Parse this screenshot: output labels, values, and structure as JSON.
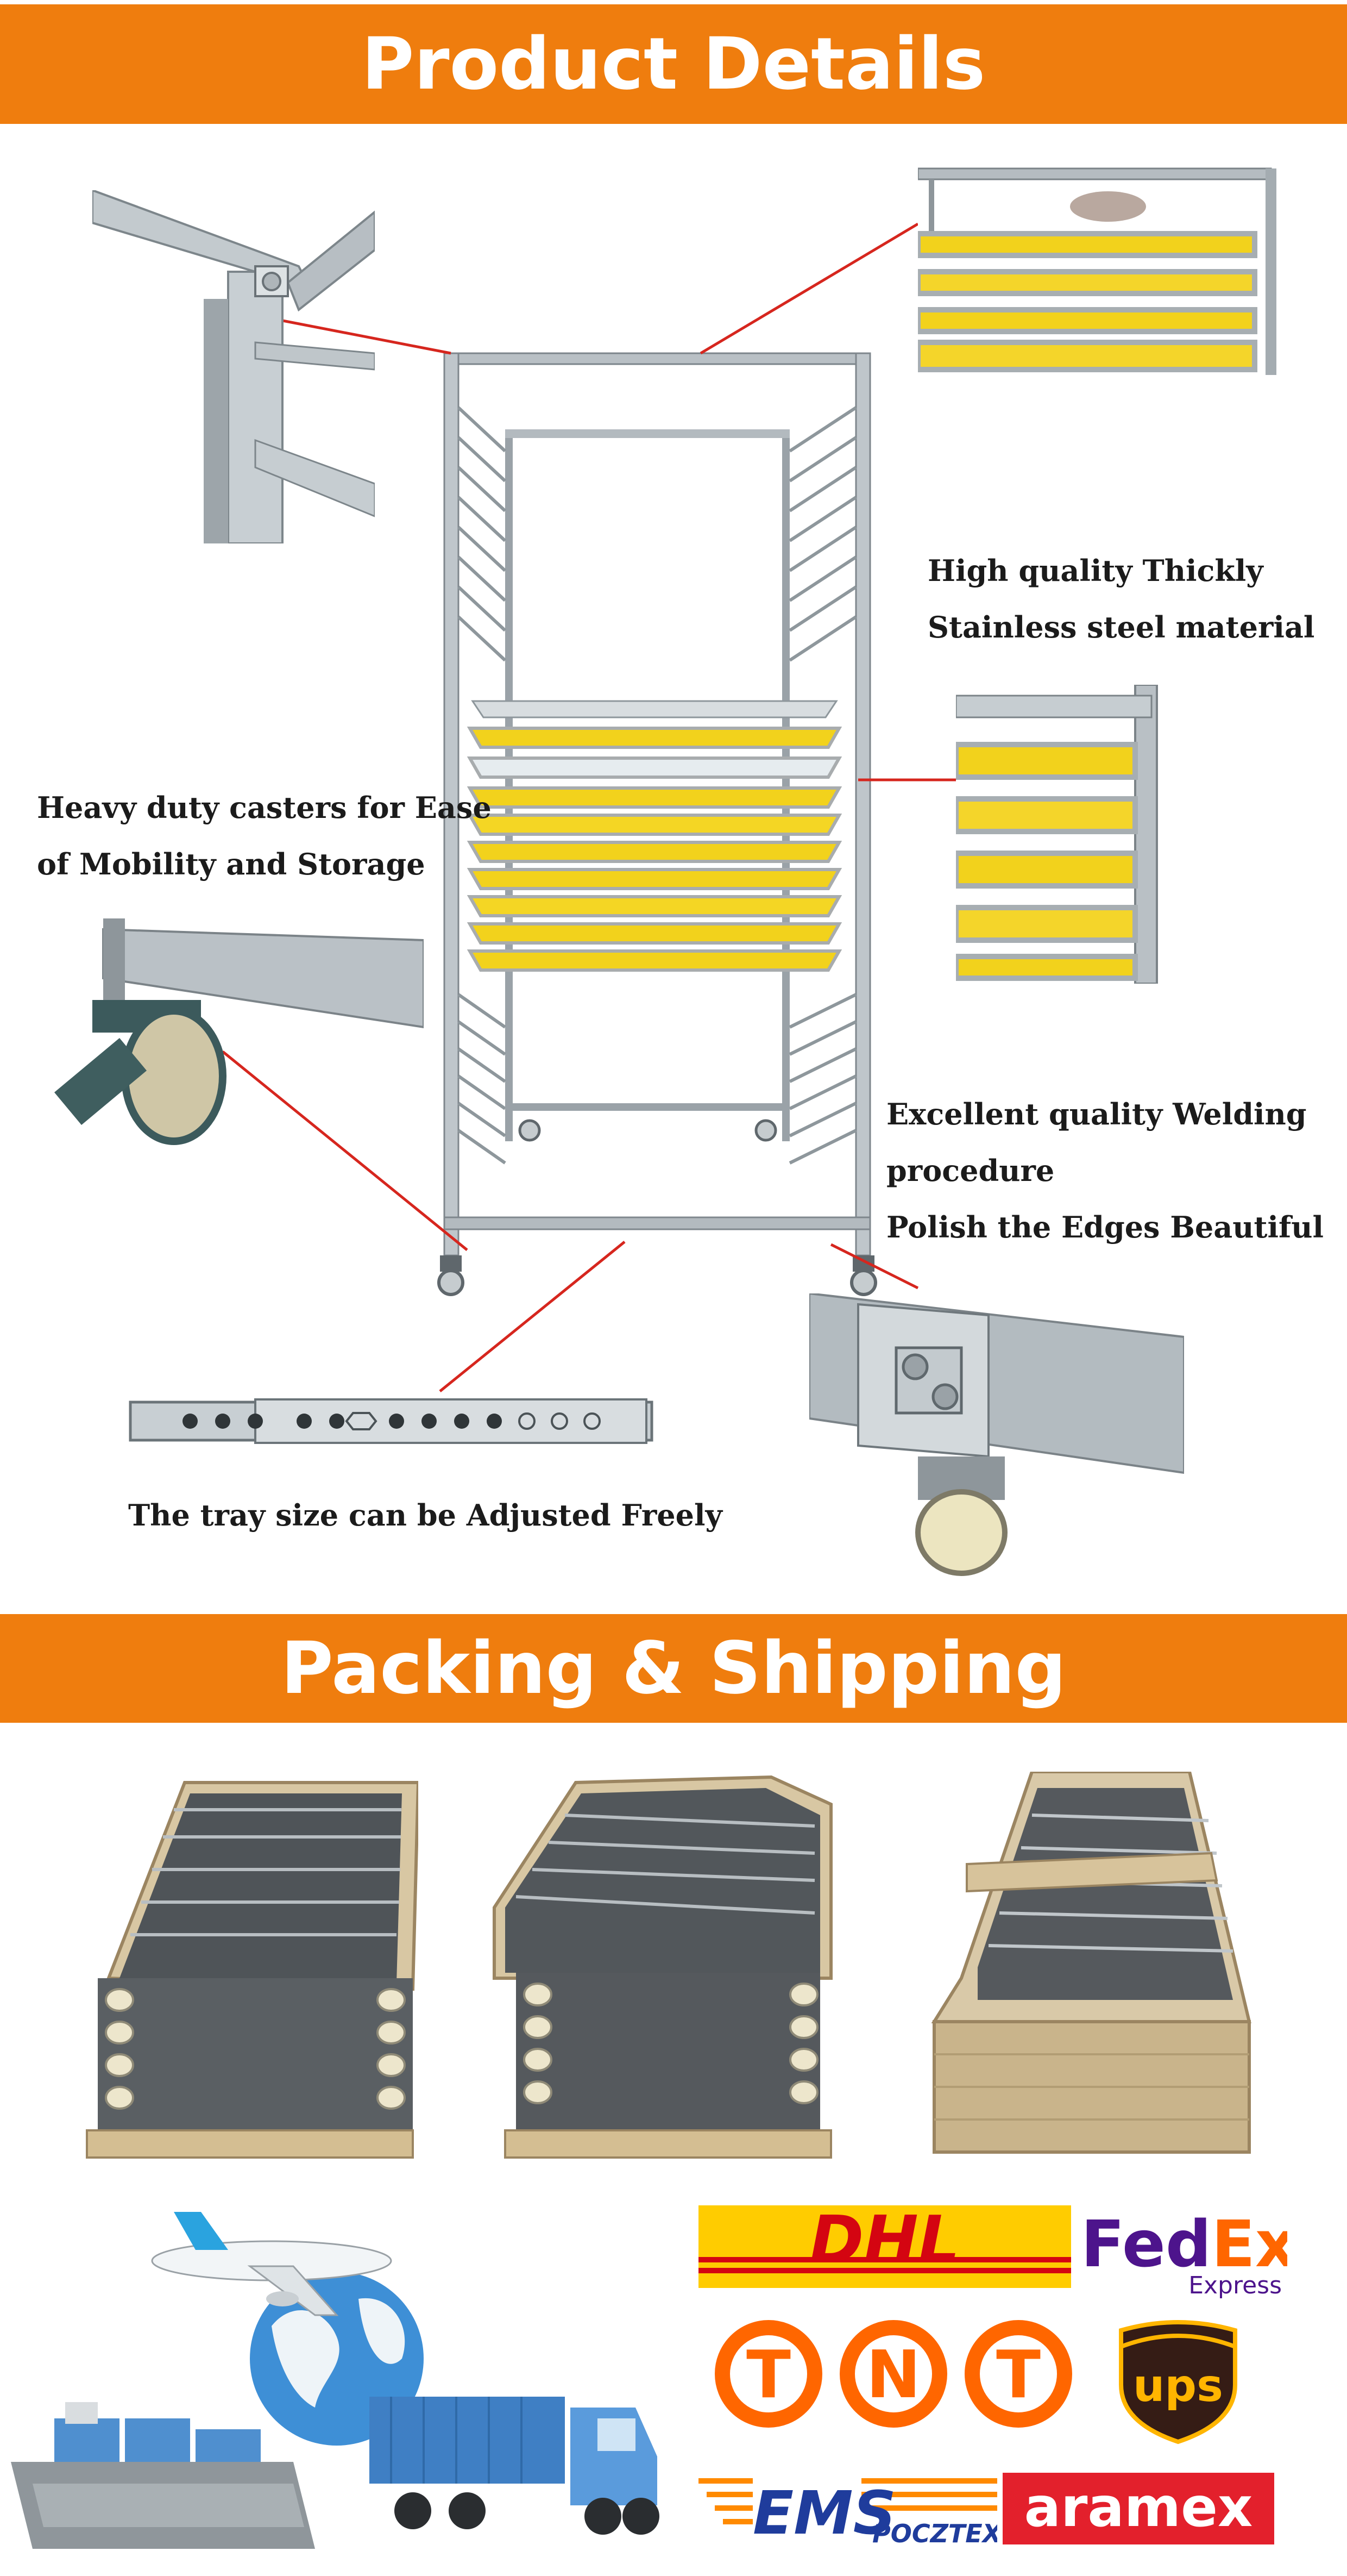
{
  "banners": {
    "product_details": "Product Details",
    "packing_shipping": "Packing & Shipping"
  },
  "captions": {
    "material_1": "High quality Thickly",
    "material_2": "Stainless steel material",
    "casters_1": "Heavy duty casters for Ease",
    "casters_2": "of Mobility and Storage",
    "welding_1": "Excellent quality Welding",
    "welding_2": "procedure",
    "welding_3": "Polish the Edges Beautiful",
    "tray": "The tray size can be Adjusted Freely"
  },
  "logos": {
    "dhl": "DHL",
    "fedex_fed": "Fed",
    "fedex_ex": "Ex",
    "fedex_express": "Express",
    "tnt_t1": "T",
    "tnt_n": "N",
    "tnt_t2": "T",
    "ups": "ups",
    "ems": "EMS",
    "pocztex": "POCZTEX",
    "aramex": "aramex"
  },
  "colors": {
    "banner": "#ef7d0e",
    "leader_line": "#d6261e",
    "mesh_yellow": "#f2d21c",
    "dhl_yellow": "#ffcc00",
    "dhl_red": "#d40511",
    "fedex_purple": "#4d148c",
    "fedex_orange": "#ff6600",
    "tnt_orange": "#ff6600",
    "ups_brown": "#351c15",
    "ups_gold": "#ffb500",
    "aramex_red": "#e3202c",
    "ems_blue": "#1f3c9c"
  }
}
